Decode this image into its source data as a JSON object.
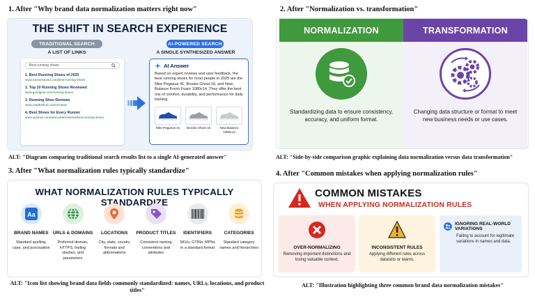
{
  "section1": {
    "heading": "1. After \"Why brand data normalization matters right now\"",
    "title": "THE SHIFT IN SEARCH EXPERIENCE",
    "traditional_pill": "TRADITIONAL SEARCH",
    "traditional_sub": "A LIST OF LINKS",
    "ai_pill": "AI-POWERED SEARCH",
    "ai_sub": "A SINGLE SYNTHESIZED ANSWER",
    "search_query": "Best running shoes",
    "results": [
      {
        "title": "1. Best Running Shoes of 2025",
        "url": "www.runnersworld.com/best-running-shoes"
      },
      {
        "title": "2. Top 10 Running Shoes Reviewed",
        "url": "www.goodgear.com/running-shoes"
      },
      {
        "title": "3. Running Shoe Reviews",
        "url": "www.roadtrailrun.com/reviews"
      },
      {
        "title": "4. Best Shoes for Every Runner",
        "url": "www.nytimes.com/wirecutter/reviews/best-running-shoes"
      }
    ],
    "ai_answer_title": "AI Answer",
    "ai_answer_text": "Based on expert reviews and user feedback, the best running shoes for most people in 2025 are the Nike Pegasus 41, Brooks Ghost 16, and New Balance Fresh Foam 1080v14. They offer the best mix of comfort, durability, and performance for daily training.",
    "shoes": [
      "Nike Pegasus 41",
      "Brooks Ghost 16",
      "New Balance 1080v14"
    ],
    "alt": "ALT: \"Diagram comparing traditional search results list to a single AI-generated answer\"",
    "colors": {
      "accent": "#2f6fe0"
    }
  },
  "section2": {
    "heading": "2. After \"Normalization vs. transformation\"",
    "normalization_title": "NORMALIZATION",
    "normalization_desc": "Standardizing data to ensure consistency, accuracy, and uniform format.",
    "transformation_title": "TRANSFORMATION",
    "transformation_desc": "Changing data structure or format to meet new business needs or use cases.",
    "alt": "ALT: \"Side-by-side comparison graphic explaining data normalization versus data transformation\"",
    "colors": {
      "green": "#3f9a3d",
      "purple": "#6b44a8"
    }
  },
  "section3": {
    "heading": "3. After \"What normalization rules typically standardize\"",
    "title": "WHAT NORMALIZATION RULES TYPICALLY STANDARDIZE",
    "items": [
      {
        "name": "BRAND NAMES",
        "desc": "Standard spelling, case, and punctuation",
        "icon": "text-icon"
      },
      {
        "name": "URLS & DOMAINS",
        "desc": "Preferred domain, HTTPS, trailing slashes, and parameters",
        "icon": "globe-icon"
      },
      {
        "name": "LOCATIONS",
        "desc": "City, state, country formats and abbreviations",
        "icon": "map-pin-icon"
      },
      {
        "name": "PRODUCT TITLES",
        "desc": "Consistent naming conventions and attributes",
        "icon": "tag-icon"
      },
      {
        "name": "IDENTIFIERS",
        "desc": "SKUs, GTINs, MPNs in a standard format",
        "icon": "barcode-icon"
      },
      {
        "name": "CATEGORIES",
        "desc": "Standard category names and hierarchies",
        "icon": "database-icon"
      }
    ],
    "alt": "ALT: \"Icon list showing brand data fields commonly standardized: names, URLs, locations, and product titles\""
  },
  "section4": {
    "heading": "4. After \"Common mistakes when applying normalization rules\"",
    "title": "COMMON MISTAKES",
    "subtitle": "WHEN APPLYING NORMALIZATION RULES",
    "mistakes": [
      {
        "name": "OVER-NORMALIZING",
        "desc": "Removing important distinctions and losing valuable context."
      },
      {
        "name": "INCONSISTENT RULES",
        "desc": "Applying different rules across datasets or teams."
      },
      {
        "name": "IGNORING REAL-WORLD VARIATIONS",
        "desc": "Failing to account for legitimate variations in names and data."
      }
    ],
    "alt": "ALT: \"Illustration highlighting three common brand data normalization mistakes\"",
    "colors": {
      "red": "#d6271e"
    }
  }
}
